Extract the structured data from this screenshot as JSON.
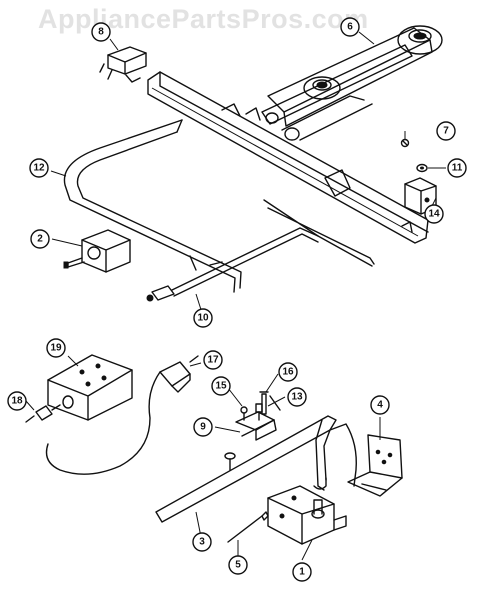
{
  "watermark": "AppliancePartsPros.com",
  "callouts": [
    {
      "id": "callout-1",
      "label": "1"
    },
    {
      "id": "callout-2",
      "label": "2"
    },
    {
      "id": "callout-3",
      "label": "3"
    },
    {
      "id": "callout-4",
      "label": "4"
    },
    {
      "id": "callout-5",
      "label": "5"
    },
    {
      "id": "callout-6",
      "label": "6"
    },
    {
      "id": "callout-7",
      "label": "7"
    },
    {
      "id": "callout-8",
      "label": "8"
    },
    {
      "id": "callout-9",
      "label": "9"
    },
    {
      "id": "callout-10",
      "label": "10"
    },
    {
      "id": "callout-11",
      "label": "11"
    },
    {
      "id": "callout-12",
      "label": "12"
    },
    {
      "id": "callout-13",
      "label": "13"
    },
    {
      "id": "callout-14",
      "label": "14"
    },
    {
      "id": "callout-15",
      "label": "15"
    },
    {
      "id": "callout-16",
      "label": "16"
    },
    {
      "id": "callout-17",
      "label": "17"
    },
    {
      "id": "callout-18",
      "label": "18"
    },
    {
      "id": "callout-19",
      "label": "19"
    }
  ]
}
